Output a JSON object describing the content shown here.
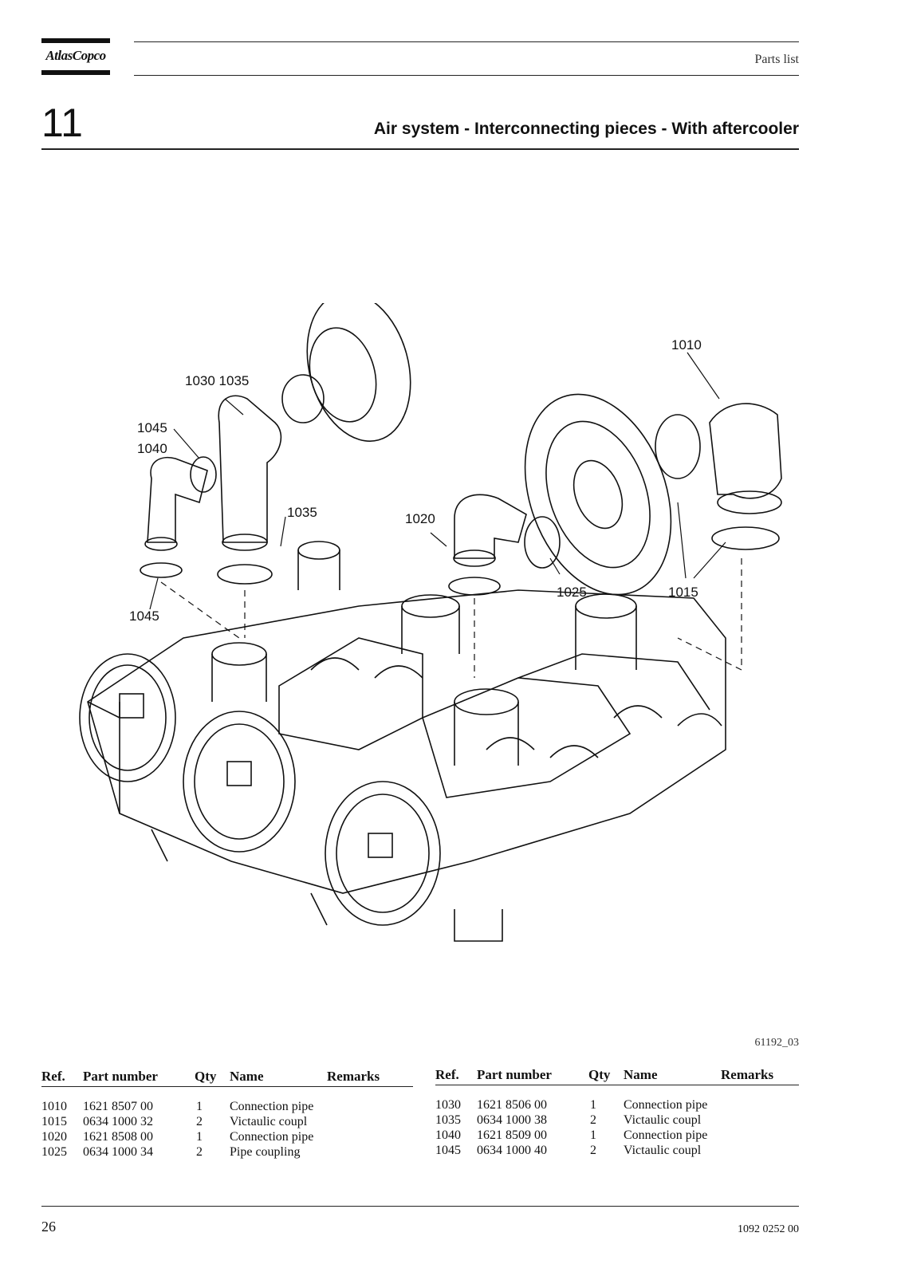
{
  "header": {
    "logo_text": "AtlasCopco",
    "section_label": "Parts list"
  },
  "chapter": {
    "number": "11",
    "title": "Air system - Interconnecting pieces - With aftercooler"
  },
  "figure": {
    "callouts": {
      "c1010": "1010",
      "c1030_1035": "1030 1035",
      "c1045_top": "1045",
      "c1040": "1040",
      "c1035": "1035",
      "c1020": "1020",
      "c1025": "1025",
      "c1015": "1015",
      "c1045_bottom": "1045"
    },
    "id": "61192_03"
  },
  "parts_table": {
    "headers": {
      "ref": "Ref.",
      "part_number": "Part number",
      "qty": "Qty",
      "name": "Name",
      "remarks": "Remarks"
    },
    "left": [
      {
        "ref": "1010",
        "part_number": "1621 8507 00",
        "qty": "1",
        "name": "Connection pipe"
      },
      {
        "ref": "1015",
        "part_number": "0634 1000 32",
        "qty": "2",
        "name": "Victaulic coupl"
      },
      {
        "ref": "1020",
        "part_number": "1621 8508 00",
        "qty": "1",
        "name": "Connection pipe"
      },
      {
        "ref": "1025",
        "part_number": "0634 1000 34",
        "qty": "2",
        "name": "Pipe coupling"
      }
    ],
    "right": [
      {
        "ref": "1030",
        "part_number": "1621 8506 00",
        "qty": "1",
        "name": "Connection pipe"
      },
      {
        "ref": "1035",
        "part_number": "0634 1000 38",
        "qty": "2",
        "name": "Victaulic coupl"
      },
      {
        "ref": "1040",
        "part_number": "1621 8509 00",
        "qty": "1",
        "name": "Connection pipe"
      },
      {
        "ref": "1045",
        "part_number": "0634 1000 40",
        "qty": "2",
        "name": "Victaulic coupl"
      }
    ]
  },
  "footer": {
    "page_number": "26",
    "doc_number": "1092 0252 00"
  }
}
